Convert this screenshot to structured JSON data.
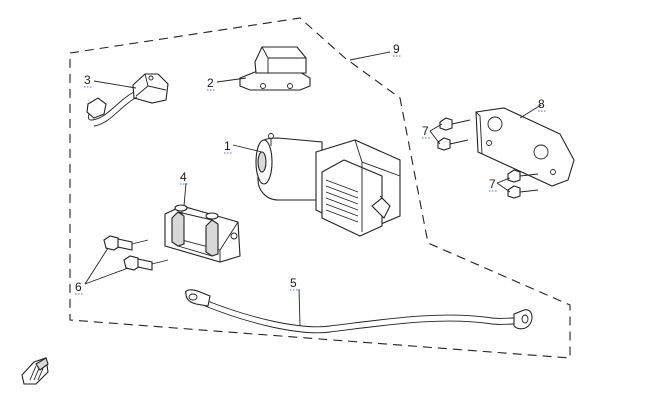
{
  "diagram": {
    "callouts": {
      "c1": "1",
      "c2": "2",
      "c3": "3",
      "c4": "4",
      "c5": "5",
      "c6": "6",
      "c7a": "7",
      "c7b": "7",
      "c8": "8",
      "c9": "9"
    },
    "link_color": "#4a7ab8",
    "line_color": "#222222"
  }
}
